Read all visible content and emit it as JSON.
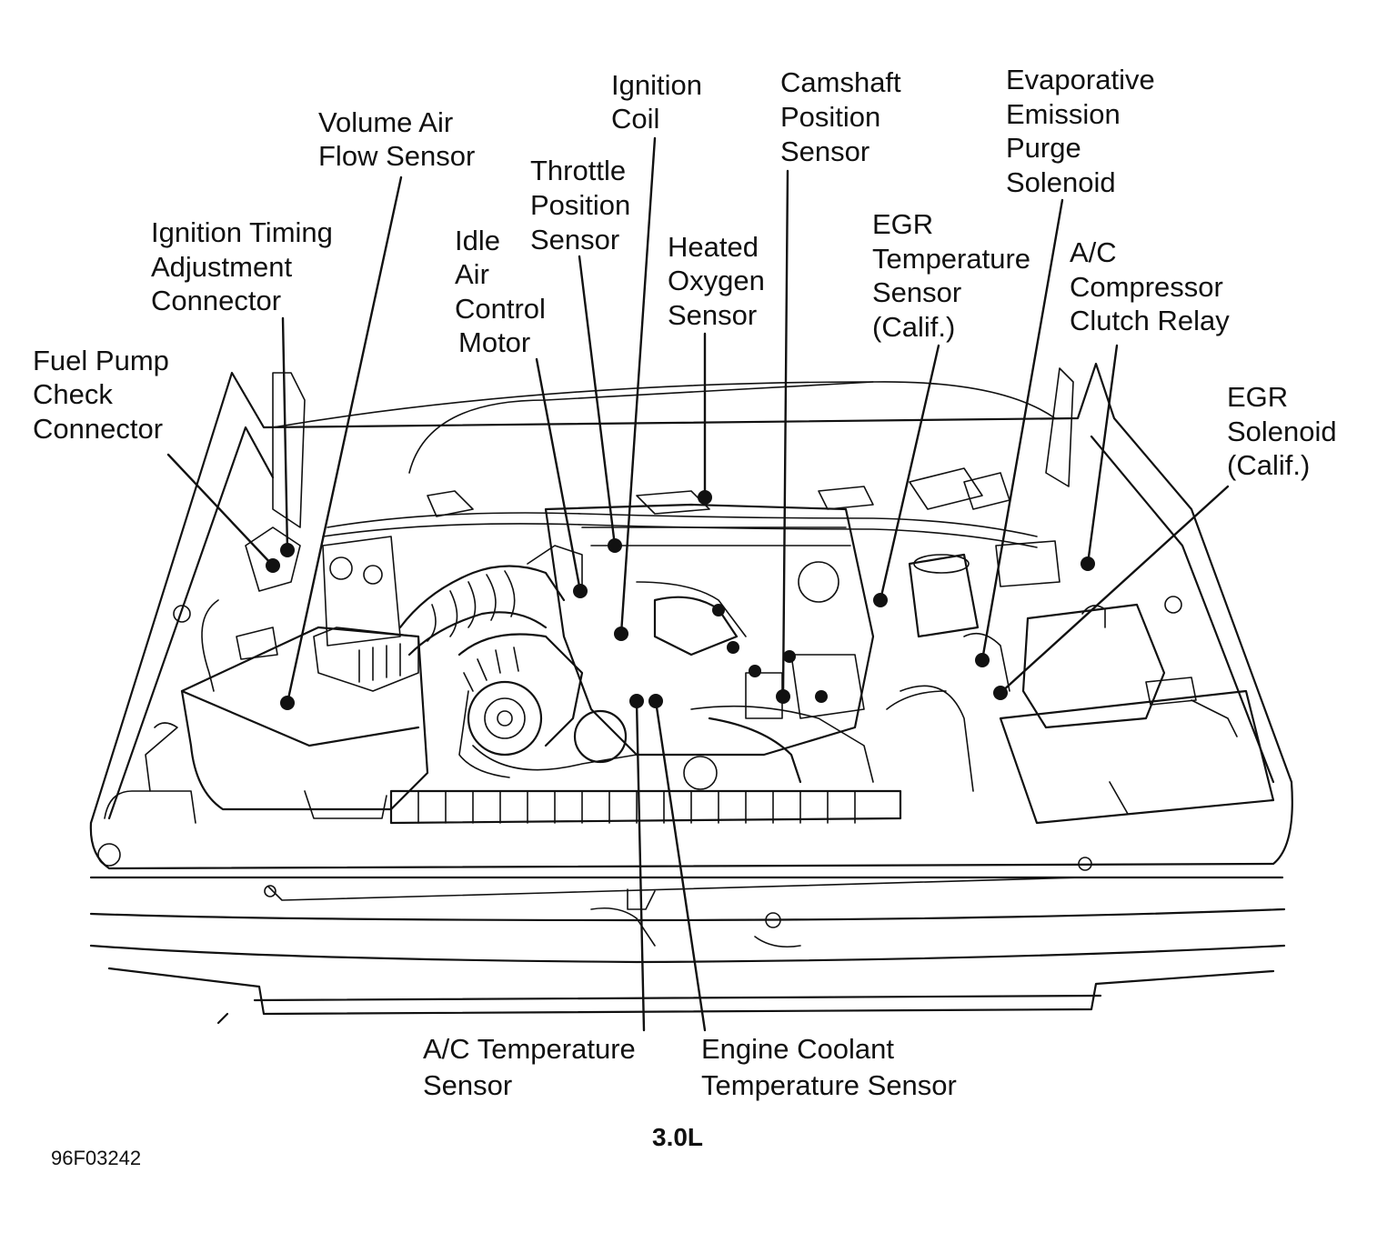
{
  "caption": "3.0L",
  "figure_code": "96F03242",
  "labels": {
    "volume_air_flow_sensor": [
      "Volume Air",
      "Flow Sensor"
    ],
    "ignition_coil": [
      "Ignition",
      "Coil"
    ],
    "camshaft_position_sensor": [
      "Camshaft",
      "Position",
      "Sensor"
    ],
    "evaporative_emission_purge_solenoid": [
      "Evaporative",
      "Emission",
      "Purge",
      "Solenoid"
    ],
    "throttle_position_sensor": [
      "Throttle",
      "Position",
      "Sensor"
    ],
    "ignition_timing_adjustment_connector": [
      "Ignition Timing",
      "Adjustment",
      "Connector"
    ],
    "idle_air_control_motor": [
      "Idle",
      "Air",
      "Control",
      "Motor"
    ],
    "heated_oxygen_sensor": [
      "Heated",
      "Oxygen",
      "Sensor"
    ],
    "egr_temperature_sensor": [
      "EGR",
      "Temperature",
      "Sensor",
      "(Calif.)"
    ],
    "ac_compressor_clutch_relay": [
      "A/C",
      "Compressor",
      "Clutch Relay"
    ],
    "fuel_pump_check_connector": [
      "Fuel Pump",
      "Check",
      "Connector"
    ],
    "egr_solenoid": [
      "EGR",
      "Solenoid",
      "(Calif.)"
    ],
    "ac_temperature_sensor": [
      "A/C Temperature",
      "Sensor"
    ],
    "engine_coolant_temperature_sensor": [
      "Engine Coolant",
      "Temperature Sensor"
    ]
  }
}
